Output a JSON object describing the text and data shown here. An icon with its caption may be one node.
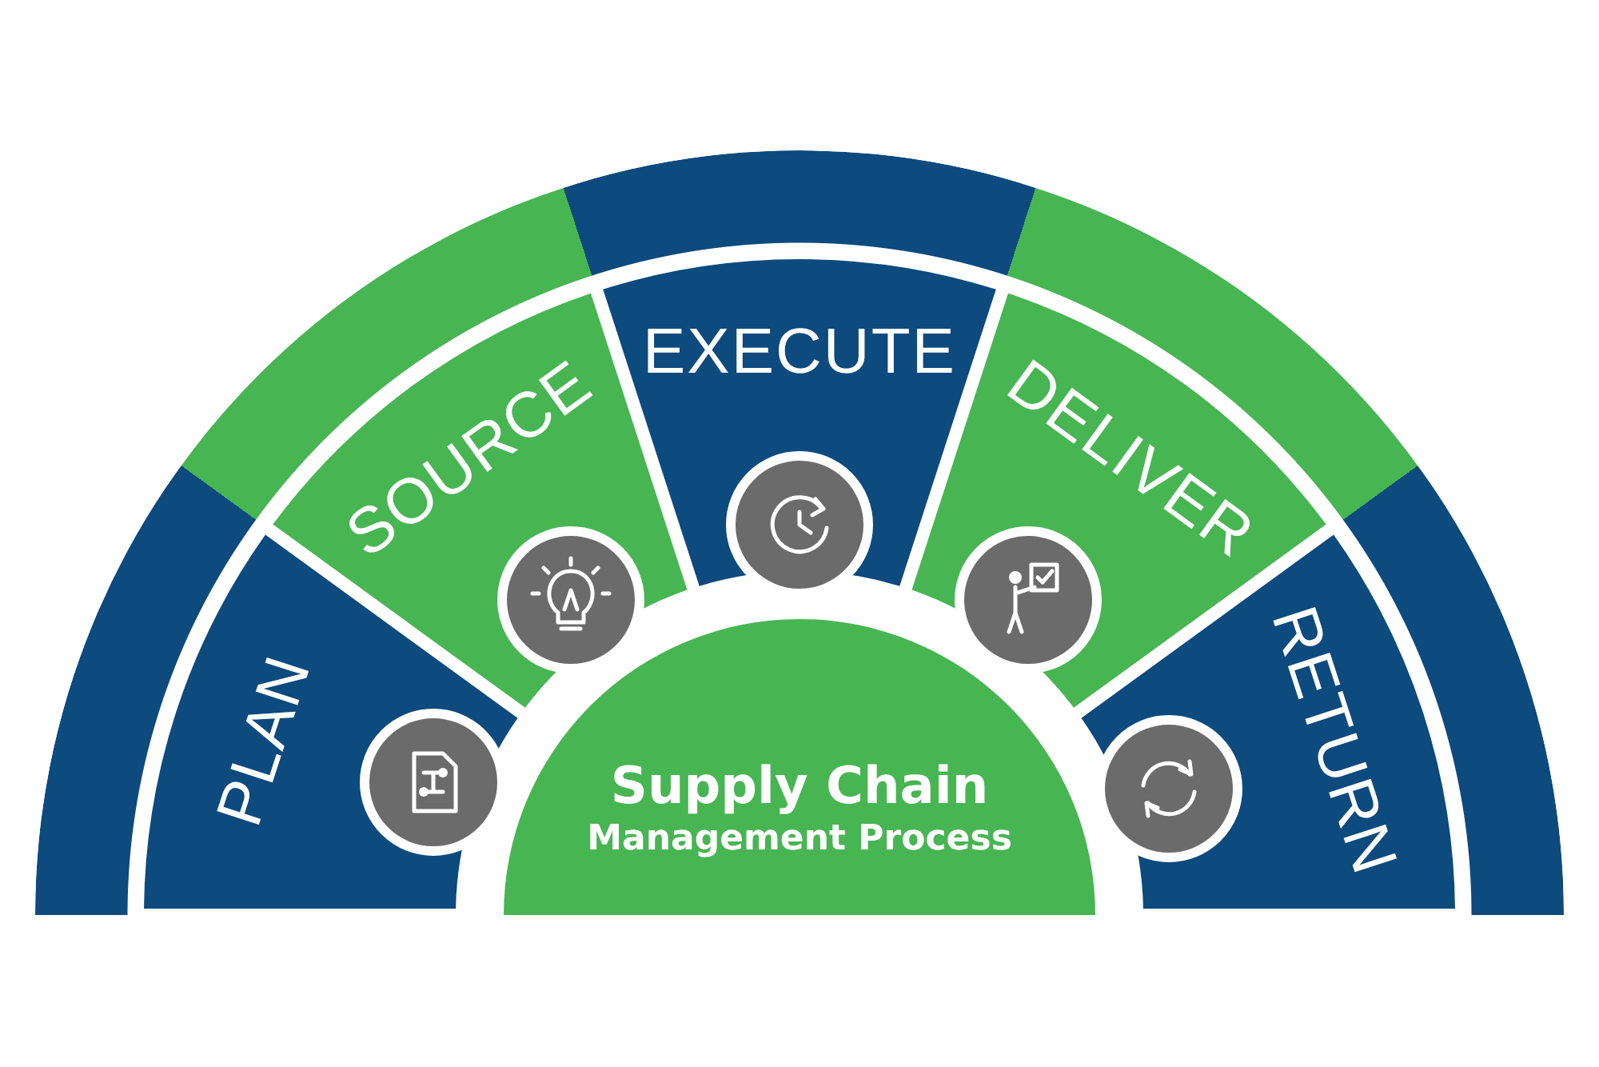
{
  "diagram": {
    "nodes": [
      {
        "text": [
          "PLAN"
        ]
      },
      {
        "text": [
          "SOURCE"
        ]
      },
      {
        "text": [
          "EXECUTE"
        ]
      },
      {
        "text": [
          "DELIVER"
        ]
      },
      {
        "text": [
          "RETURN"
        ]
      },
      {
        "text": [
          "Supply Chain",
          "Management Process"
        ]
      }
    ]
  }
}
